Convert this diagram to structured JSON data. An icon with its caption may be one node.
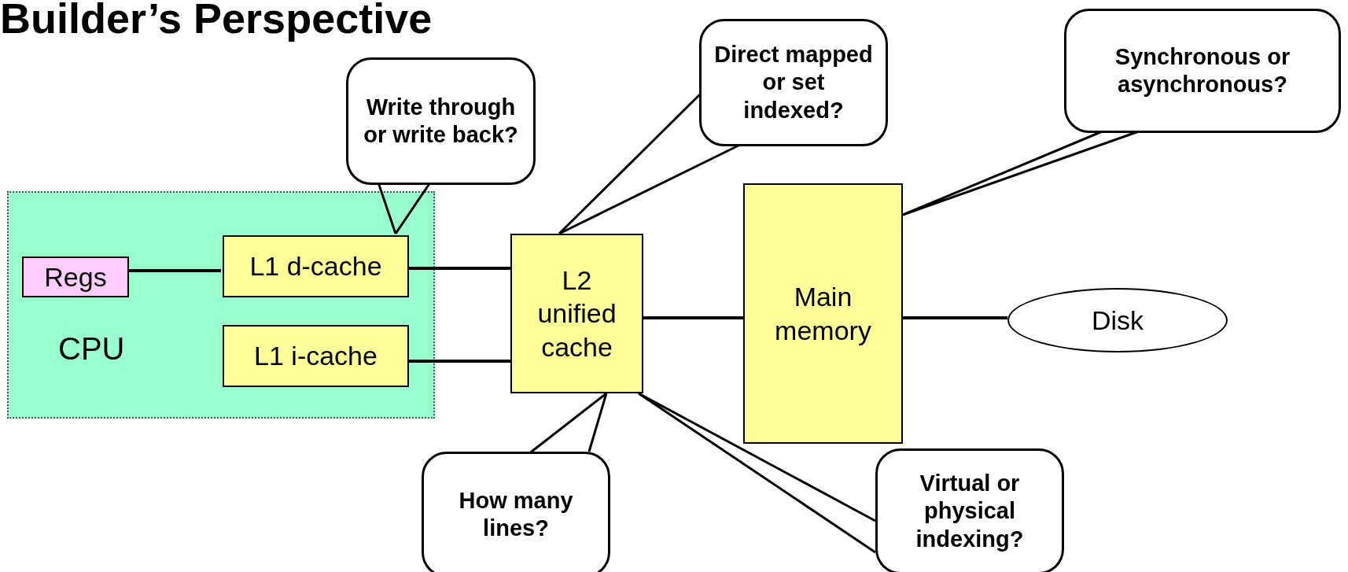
{
  "diagram": {
    "title": "Builder’s Perspective",
    "nodes": [
      {
        "text": [
          "CPU"
        ]
      },
      {
        "text": [
          "Regs"
        ],
        "in": 0
      },
      {
        "text": [
          "L1 d-cache"
        ],
        "in": 0
      },
      {
        "text": [
          "L1 i-cache"
        ],
        "in": 0
      },
      {
        "text": [
          "Write through or write back?"
        ]
      },
      {
        "text": [
          "Direct mapped or set indexed?"
        ]
      },
      {
        "text": [
          "L2 unified cache"
        ]
      },
      {
        "text": [
          "Main memory"
        ]
      },
      {
        "text": [
          "Synchronous or asynchronous?"
        ]
      },
      {
        "text": [
          "Disk"
        ]
      },
      {
        "text": [
          "How many lines?"
        ]
      },
      {
        "text": [
          "Virtual or physical indexing?"
        ]
      }
    ],
    "edges": [
      {
        "from": 1,
        "to": 2,
        "arrow": "none"
      },
      {
        "from": 2,
        "to": 6,
        "arrow": "none"
      },
      {
        "from": 3,
        "to": 6,
        "arrow": "none"
      },
      {
        "from": 6,
        "to": 7,
        "arrow": "none"
      },
      {
        "from": 7,
        "to": 9,
        "arrow": "none"
      },
      {
        "from": 4,
        "to": 2,
        "arrow": "none"
      },
      {
        "from": 5,
        "to": 6,
        "arrow": "none"
      },
      {
        "from": 8,
        "to": 7,
        "arrow": "none"
      },
      {
        "from": 10,
        "to": 6,
        "arrow": "none"
      },
      {
        "from": 11,
        "to": 6,
        "arrow": "none"
      }
    ]
  }
}
